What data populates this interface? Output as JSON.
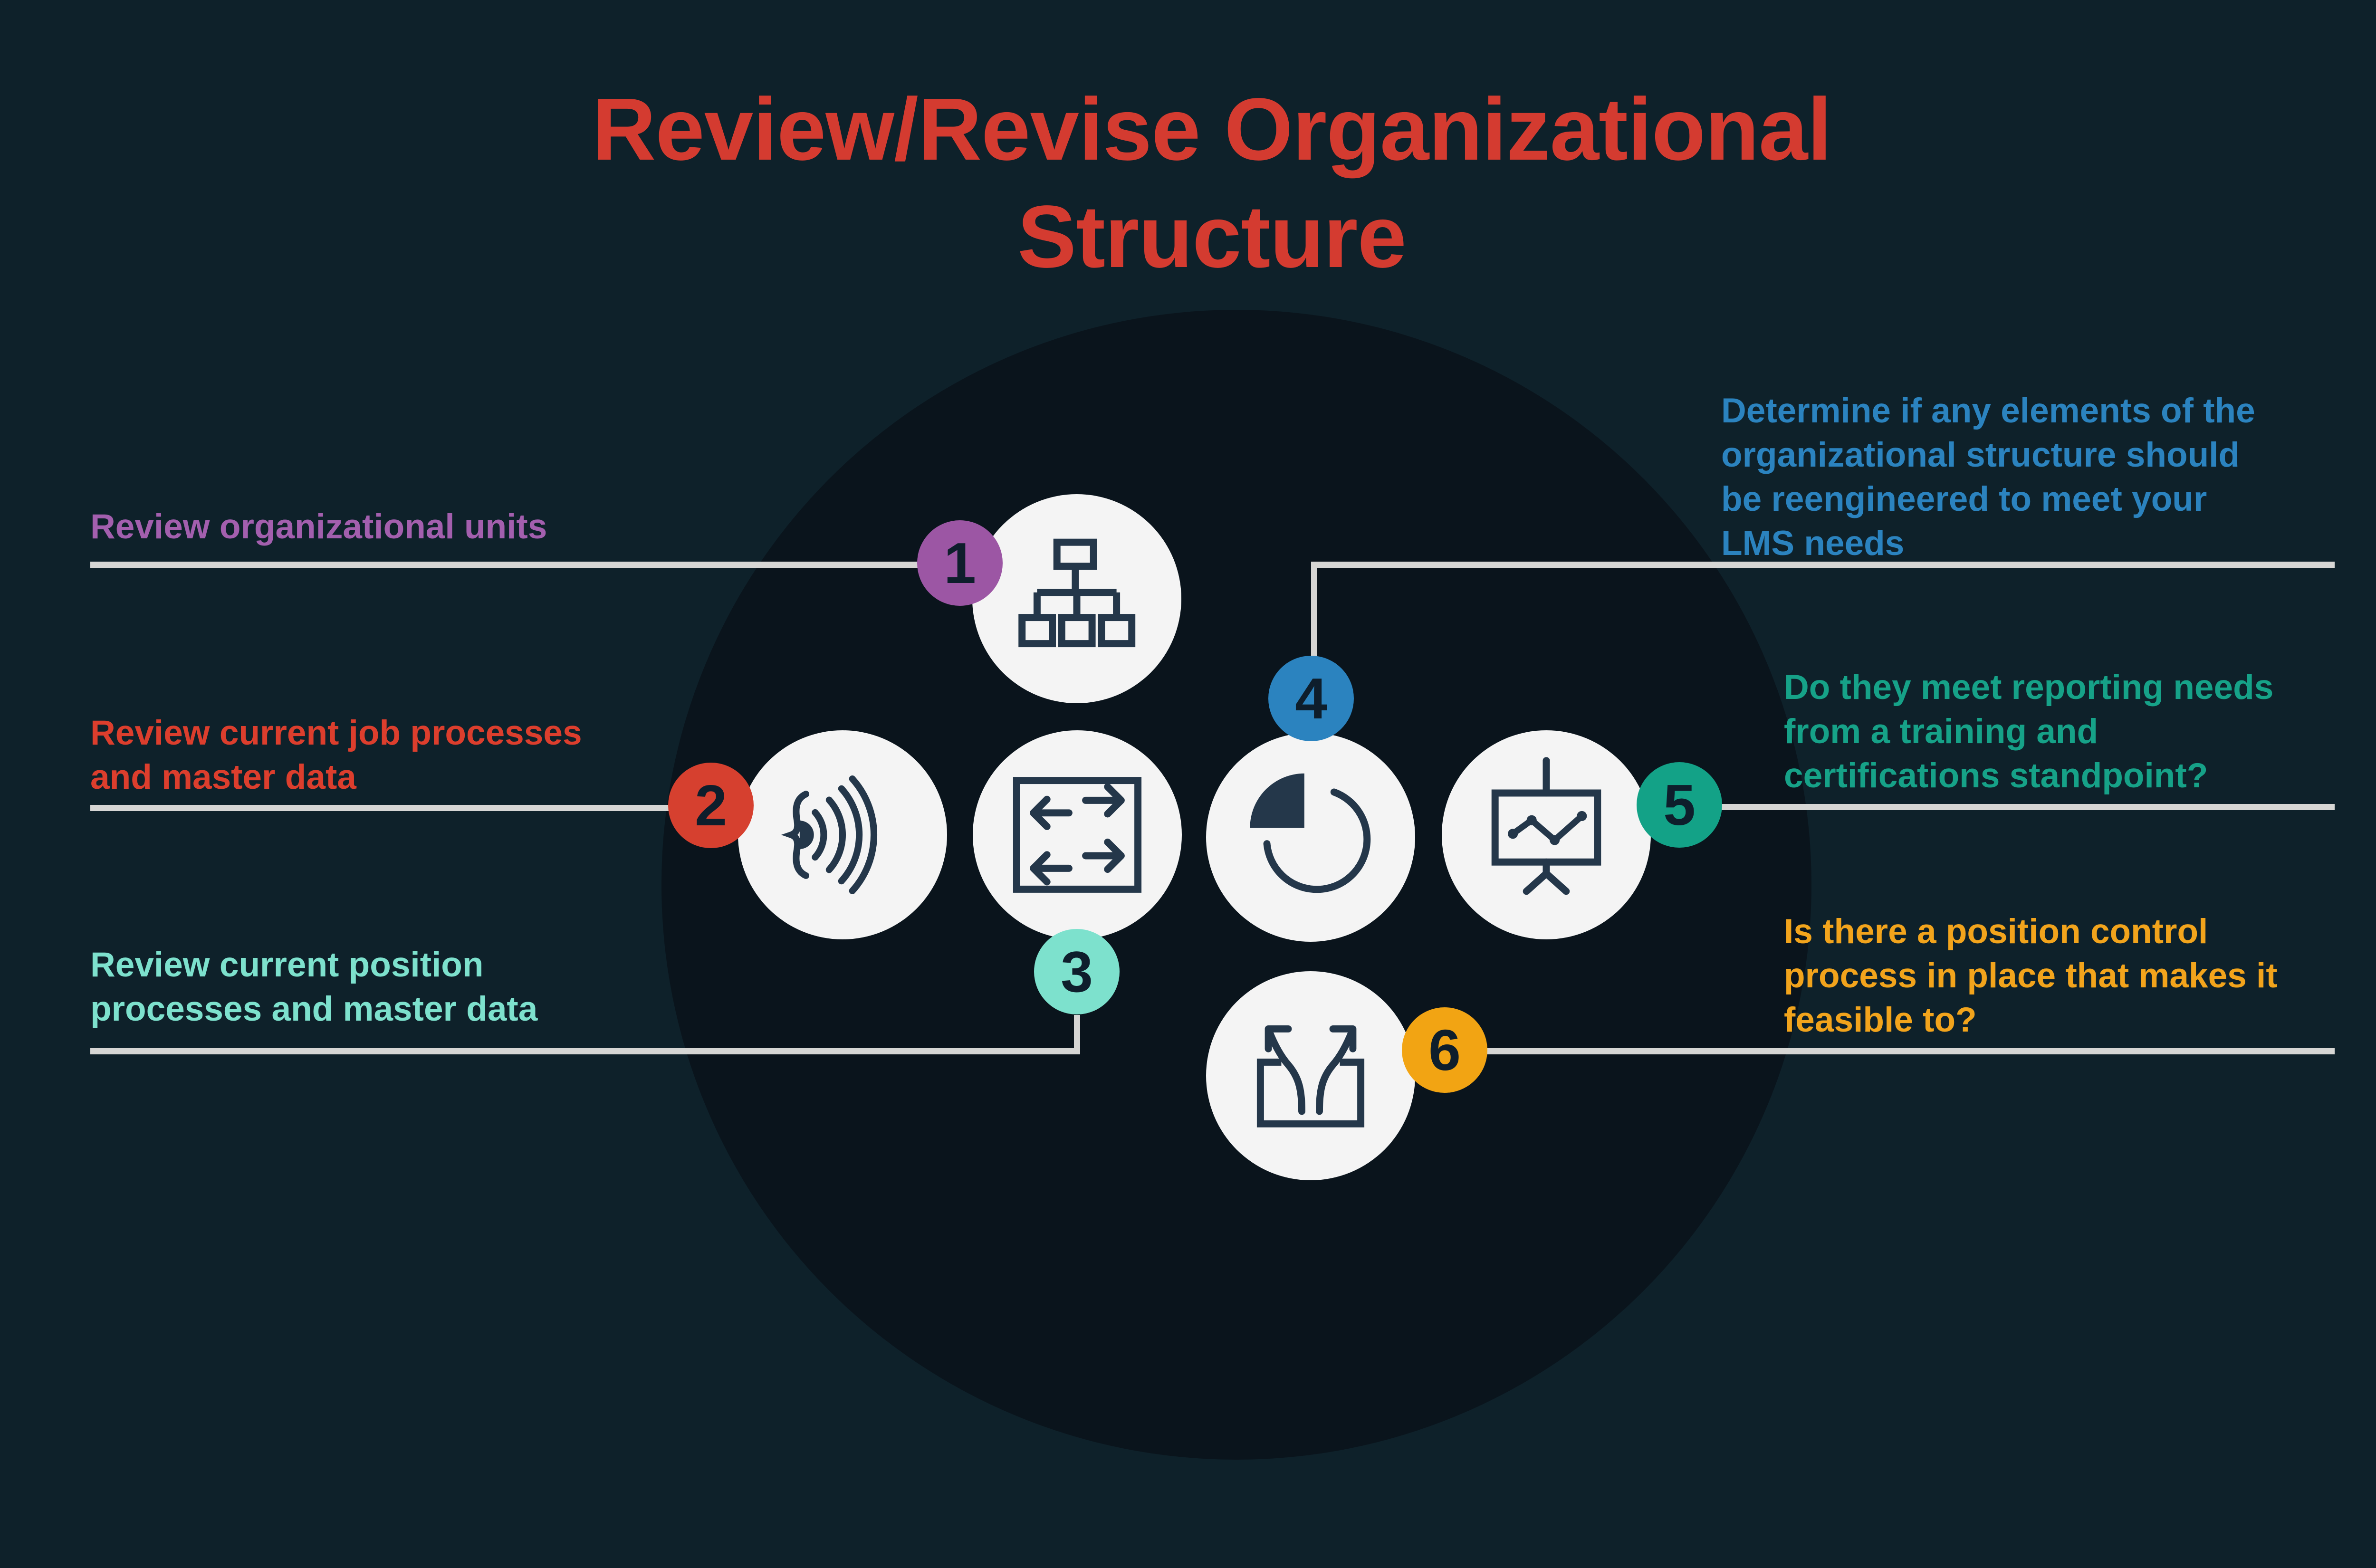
{
  "title": "Review/Revise Organizational\nStructure",
  "steps": [
    {
      "number": "1",
      "label": "Review organizational units",
      "icon": "org-chart-icon",
      "color": "#9c56a4"
    },
    {
      "number": "2",
      "label": "Review current job processes\nand master data",
      "icon": "sound-waves-icon",
      "color": "#d6402f"
    },
    {
      "number": "3",
      "label": "Review current position\nprocesses and master data",
      "icon": "transfer-arrows-icon",
      "color": "#7de1cd"
    },
    {
      "number": "4",
      "label": "Determine if any elements of the\norganizational structure should\nbe reengineered to meet your\nLMS needs",
      "icon": "pie-chart-icon",
      "color": "#2b83bf"
    },
    {
      "number": "5",
      "label": "Do they meet reporting needs\nfrom a training and\ncertifications standpoint?",
      "icon": "presentation-chart-icon",
      "color": "#13a287"
    },
    {
      "number": "6",
      "label": "Is there a position control\nprocess in place that makes it\nfeasible to?",
      "icon": "split-arrows-icon",
      "color": "#f2a413"
    }
  ],
  "colors": {
    "background": "#0e212a",
    "inner_circle": "#0a141c",
    "bubble": "#f4f4f4",
    "icon_stroke": "#24374a",
    "title": "#d43b30",
    "connector_line": "#d6d6d4",
    "badge_number": "#0e1e2c"
  }
}
